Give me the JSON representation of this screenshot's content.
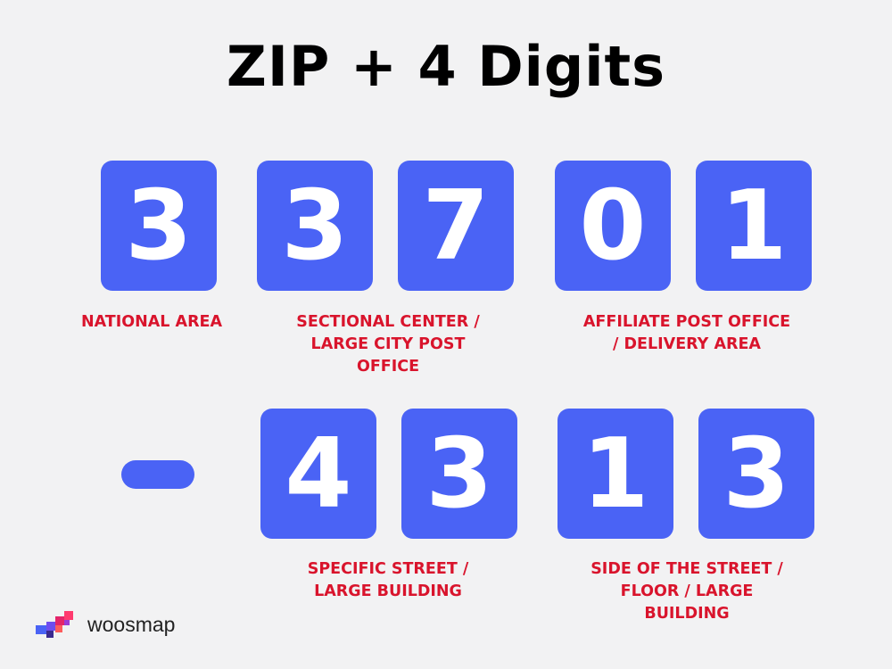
{
  "title": "ZIP + 4 Digits",
  "zip_digits": [
    "3",
    "3",
    "7",
    "0",
    "1"
  ],
  "plus4_digits": [
    "4",
    "3",
    "1",
    "3"
  ],
  "labels": {
    "national_area": "NATIONAL AREA",
    "sectional_center": [
      "SECTIONAL CENTER /",
      "LARGE CITY POST",
      "OFFICE"
    ],
    "affiliate_post_office": [
      "AFFILIATE POST OFFICE",
      "/ DELIVERY AREA"
    ],
    "specific_street": [
      "SPECIFIC STREET /",
      "LARGE BUILDING"
    ],
    "side_of_street": [
      "SIDE OF THE STREET /",
      "FLOOR / LARGE",
      "BUILDING"
    ]
  },
  "brand": {
    "name": "woosmap",
    "icon": "woosmap-logo-icon"
  },
  "colors": {
    "tile": "#4a63f5",
    "label": "#d9142c",
    "background": "#f2f2f3"
  }
}
